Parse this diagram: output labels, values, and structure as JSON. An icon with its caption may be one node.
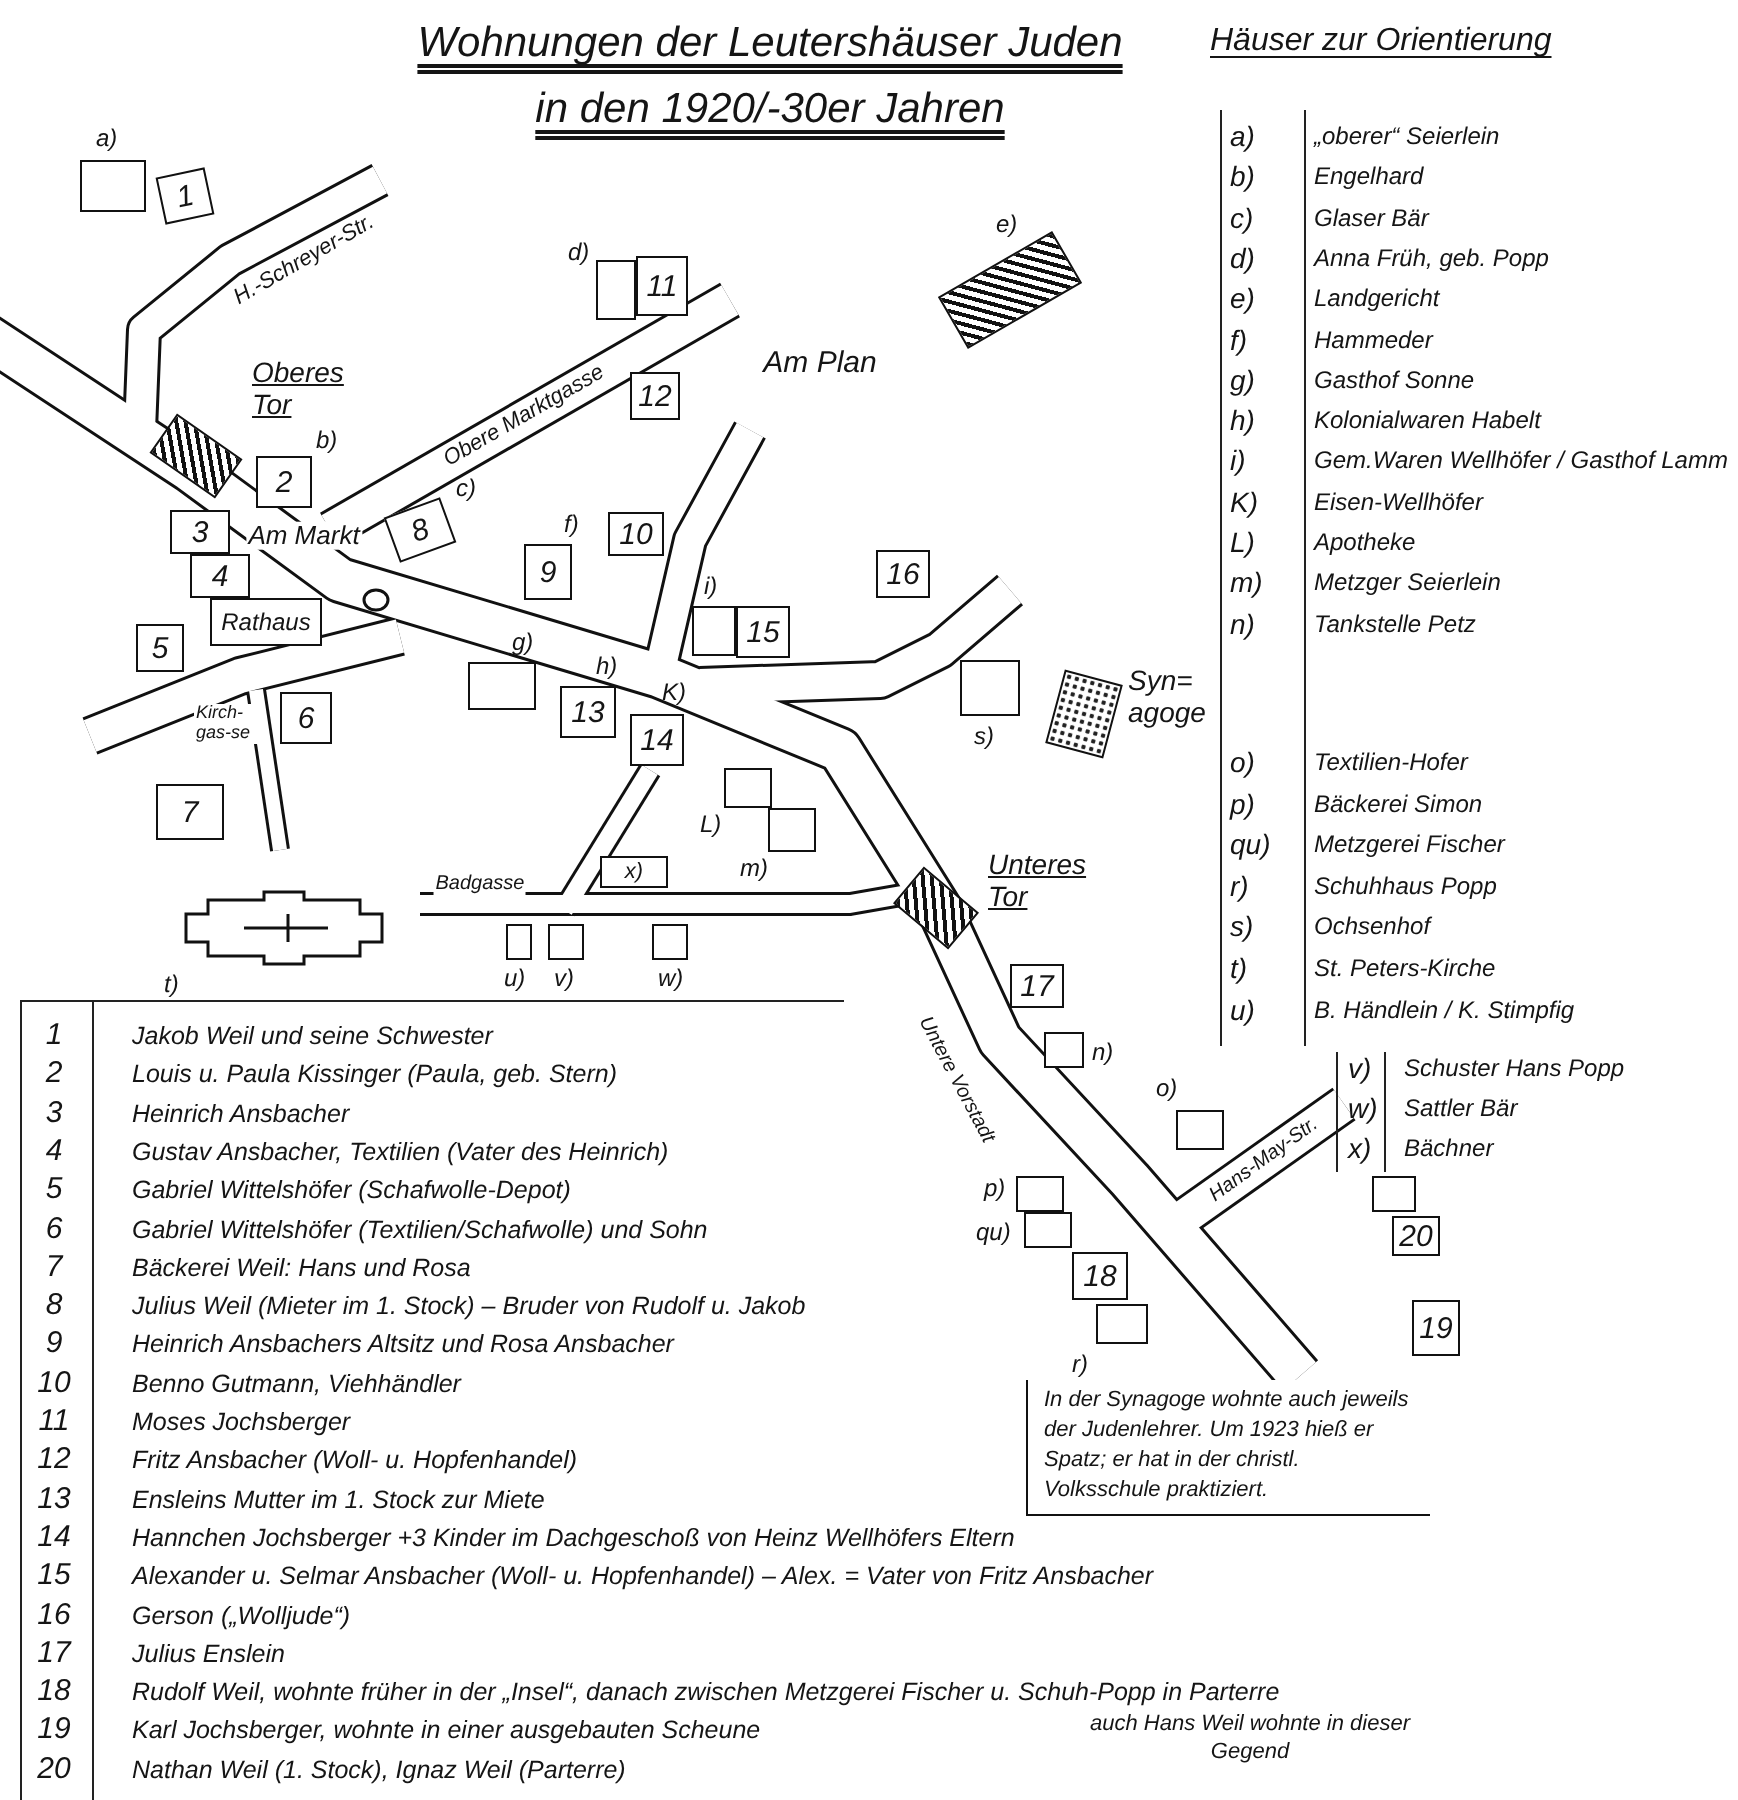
{
  "diagram": {
    "title": "Wohnungen der Leutershäuser Juden in den 1920/-30er Jahren",
    "nodes": [
      {
        "text": [],
        "shape": "box",
        "beside": [
          "a)"
        ]
      },
      {
        "text": [
          "1"
        ]
      },
      {
        "text": [],
        "shape": "box",
        "beside": [
          "d)"
        ]
      },
      {
        "text": [
          "11"
        ]
      },
      {
        "text": [],
        "shape": "box",
        "beside": [
          "e)"
        ]
      },
      {
        "text": [
          "12"
        ]
      },
      {
        "text": [],
        "shape": "box",
        "beside": [
          "Oberes Tor"
        ]
      },
      {
        "text": [
          "2"
        ],
        "beside": [
          "b)"
        ]
      },
      {
        "text": [
          "8"
        ],
        "beside": [
          "c)"
        ]
      },
      {
        "text": [
          "9"
        ],
        "beside": [
          "f)"
        ]
      },
      {
        "text": [
          "10"
        ]
      },
      {
        "text": [],
        "shape": "box",
        "beside": [
          "i)"
        ]
      },
      {
        "text": [
          "15"
        ]
      },
      {
        "text": [
          "16"
        ]
      },
      {
        "text": [
          "3"
        ]
      },
      {
        "text": [
          "4"
        ]
      },
      {
        "text": [
          "Rathaus"
        ]
      },
      {
        "text": [
          "5"
        ]
      },
      {
        "text": [
          "6"
        ]
      },
      {
        "text": [],
        "shape": "box",
        "beside": [
          "g)"
        ]
      },
      {
        "text": [
          "13"
        ],
        "beside": [
          "h)"
        ]
      },
      {
        "text": [
          "14"
        ],
        "beside": [
          "K)"
        ]
      },
      {
        "text": [],
        "shape": "box",
        "beside": [
          "s)"
        ]
      },
      {
        "text": [],
        "shape": "box",
        "beside": [
          "Syn= agoge"
        ]
      },
      {
        "text": [
          "7"
        ]
      },
      {
        "text": [],
        "shape": "box",
        "beside": [
          "L)"
        ]
      },
      {
        "text": [],
        "shape": "box",
        "beside": [
          "m)"
        ]
      },
      {
        "text": [
          "x)"
        ]
      },
      {
        "text": [],
        "shape": "building",
        "beside": [
          "t)"
        ]
      },
      {
        "text": [],
        "shape": "box",
        "beside": [
          "u)"
        ]
      },
      {
        "text": [],
        "shape": "box",
        "beside": [
          "v)"
        ]
      },
      {
        "text": [],
        "shape": "box",
        "beside": [
          "w)"
        ]
      },
      {
        "text": [],
        "shape": "box",
        "beside": [
          "Unteres Tor"
        ]
      },
      {
        "text": [
          "17"
        ]
      },
      {
        "text": [],
        "shape": "box",
        "beside": [
          "n)"
        ]
      },
      {
        "text": [],
        "shape": "box",
        "beside": [
          "o)"
        ]
      },
      {
        "text": [],
        "shape": "box"
      },
      {
        "text": [
          "20"
        ]
      },
      {
        "text": [],
        "shape": "box",
        "beside": [
          "p)"
        ]
      },
      {
        "text": [],
        "shape": "box",
        "beside": [
          "qu)"
        ]
      },
      {
        "text": [
          "18"
        ]
      },
      {
        "text": [],
        "shape": "box",
        "beside": [
          "r)"
        ]
      },
      {
        "text": [
          "19"
        ]
      },
      {
        "text": [
          "In der Synagoge wohnte auch jeweils der Judenlehrer. Um 1923 hieß er Spatz; er hat in der christl. Volksschule praktiziert."
        ]
      }
    ],
    "labels": [
      "H.-Schreyer-Str.",
      "Am Plan",
      "Obere Marktgasse",
      "Am Markt",
      "Kirch-gas-se",
      "Badgasse",
      "Untere Vorstadt",
      "Hans-May-Str.",
      "Häuser zur Orientierung",
      "a)",
      "„oberer“ Seierlein",
      "b)",
      "Engelhard",
      "c)",
      "Glaser Bär",
      "d)",
      "Anna Früh, geb. Popp",
      "e)",
      "Landgericht",
      "f)",
      "Hammeder",
      "g)",
      "Gasthof Sonne",
      "h)",
      "Kolonialwaren Habelt",
      "i)",
      "Gem.Waren Wellhöfer / Gasthof Lamm",
      "K)",
      "Eisen-Wellhöfer",
      "L)",
      "Apotheke",
      "m)",
      "Metzger Seierlein",
      "n)",
      "Tankstelle Petz",
      "o)",
      "Textilien-Hofer",
      "p)",
      "Bäckerei Simon",
      "qu)",
      "Metzgerei Fischer",
      "r)",
      "Schuhhaus Popp",
      "s)",
      "Ochsenhof",
      "t)",
      "St. Peters-Kirche",
      "u)",
      "B. Händlein / K. Stimpfig",
      "v)",
      "Schuster Hans Popp",
      "w)",
      "Sattler Bär",
      "x)",
      "Bächner",
      "1",
      "Jakob Weil und seine Schwester",
      "2",
      "Louis u. Paula Kissinger (Paula, geb. Stern)",
      "3",
      "Heinrich Ansbacher",
      "4",
      "Gustav Ansbacher, Textilien (Vater des Heinrich)",
      "5",
      "Gabriel Wittelshöfer (Schafwolle-Depot)",
      "6",
      "Gabriel Wittelshöfer (Textilien/Schafwolle) und Sohn",
      "7",
      "Bäckerei Weil: Hans und Rosa",
      "8",
      "Julius Weil (Mieter im 1. Stock) – Bruder von Rudolf u. Jakob",
      "9",
      "Heinrich Ansbachers Altsitz und Rosa Ansbacher",
      "10",
      "Benno Gutmann, Viehhändler",
      "11",
      "Moses Jochsberger",
      "12",
      "Fritz Ansbacher (Woll- u. Hopfenhandel)",
      "13",
      "Ensleins Mutter im 1. Stock zur Miete",
      "14",
      "Hannchen Jochsberger +3 Kinder im Dachgeschoß von Heinz Wellhöfers Eltern",
      "15",
      "Alexander u. Selmar Ansbacher (Woll- u. Hopfenhandel) – Alex. = Vater von Fritz Ansbacher",
      "16",
      "Gerson („Wolljude“)",
      "17",
      "Julius Enslein",
      "18",
      "Rudolf Weil, wohnte früher in der „Insel“, danach zwischen Metzgerei Fischer u. Schuh-Popp in Parterre",
      "19",
      "Karl Jochsberger, wohnte in einer ausgebauten Scheune",
      "20",
      "Nathan Weil (1. Stock), Ignaz Weil (Parterre)",
      "auch Hans Weil wohnte in dieser Gegend"
    ]
  }
}
